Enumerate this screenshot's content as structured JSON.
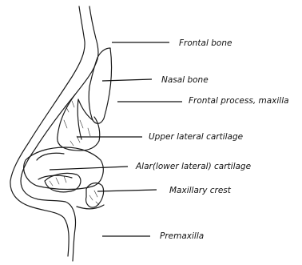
{
  "labels": {
    "frontal_bone": "Frontal bone",
    "nasal_bone": "Nasal bone",
    "frontal_process_maxilla": "Frontal process, maxilla",
    "upper_lateral_cartilage": "Upper lateral cartilage",
    "alar_cartilage": "Alar(lower lateral) cartilage",
    "maxillary_crest": "Maxillary crest",
    "premaxilla": "Premaxilla"
  }
}
